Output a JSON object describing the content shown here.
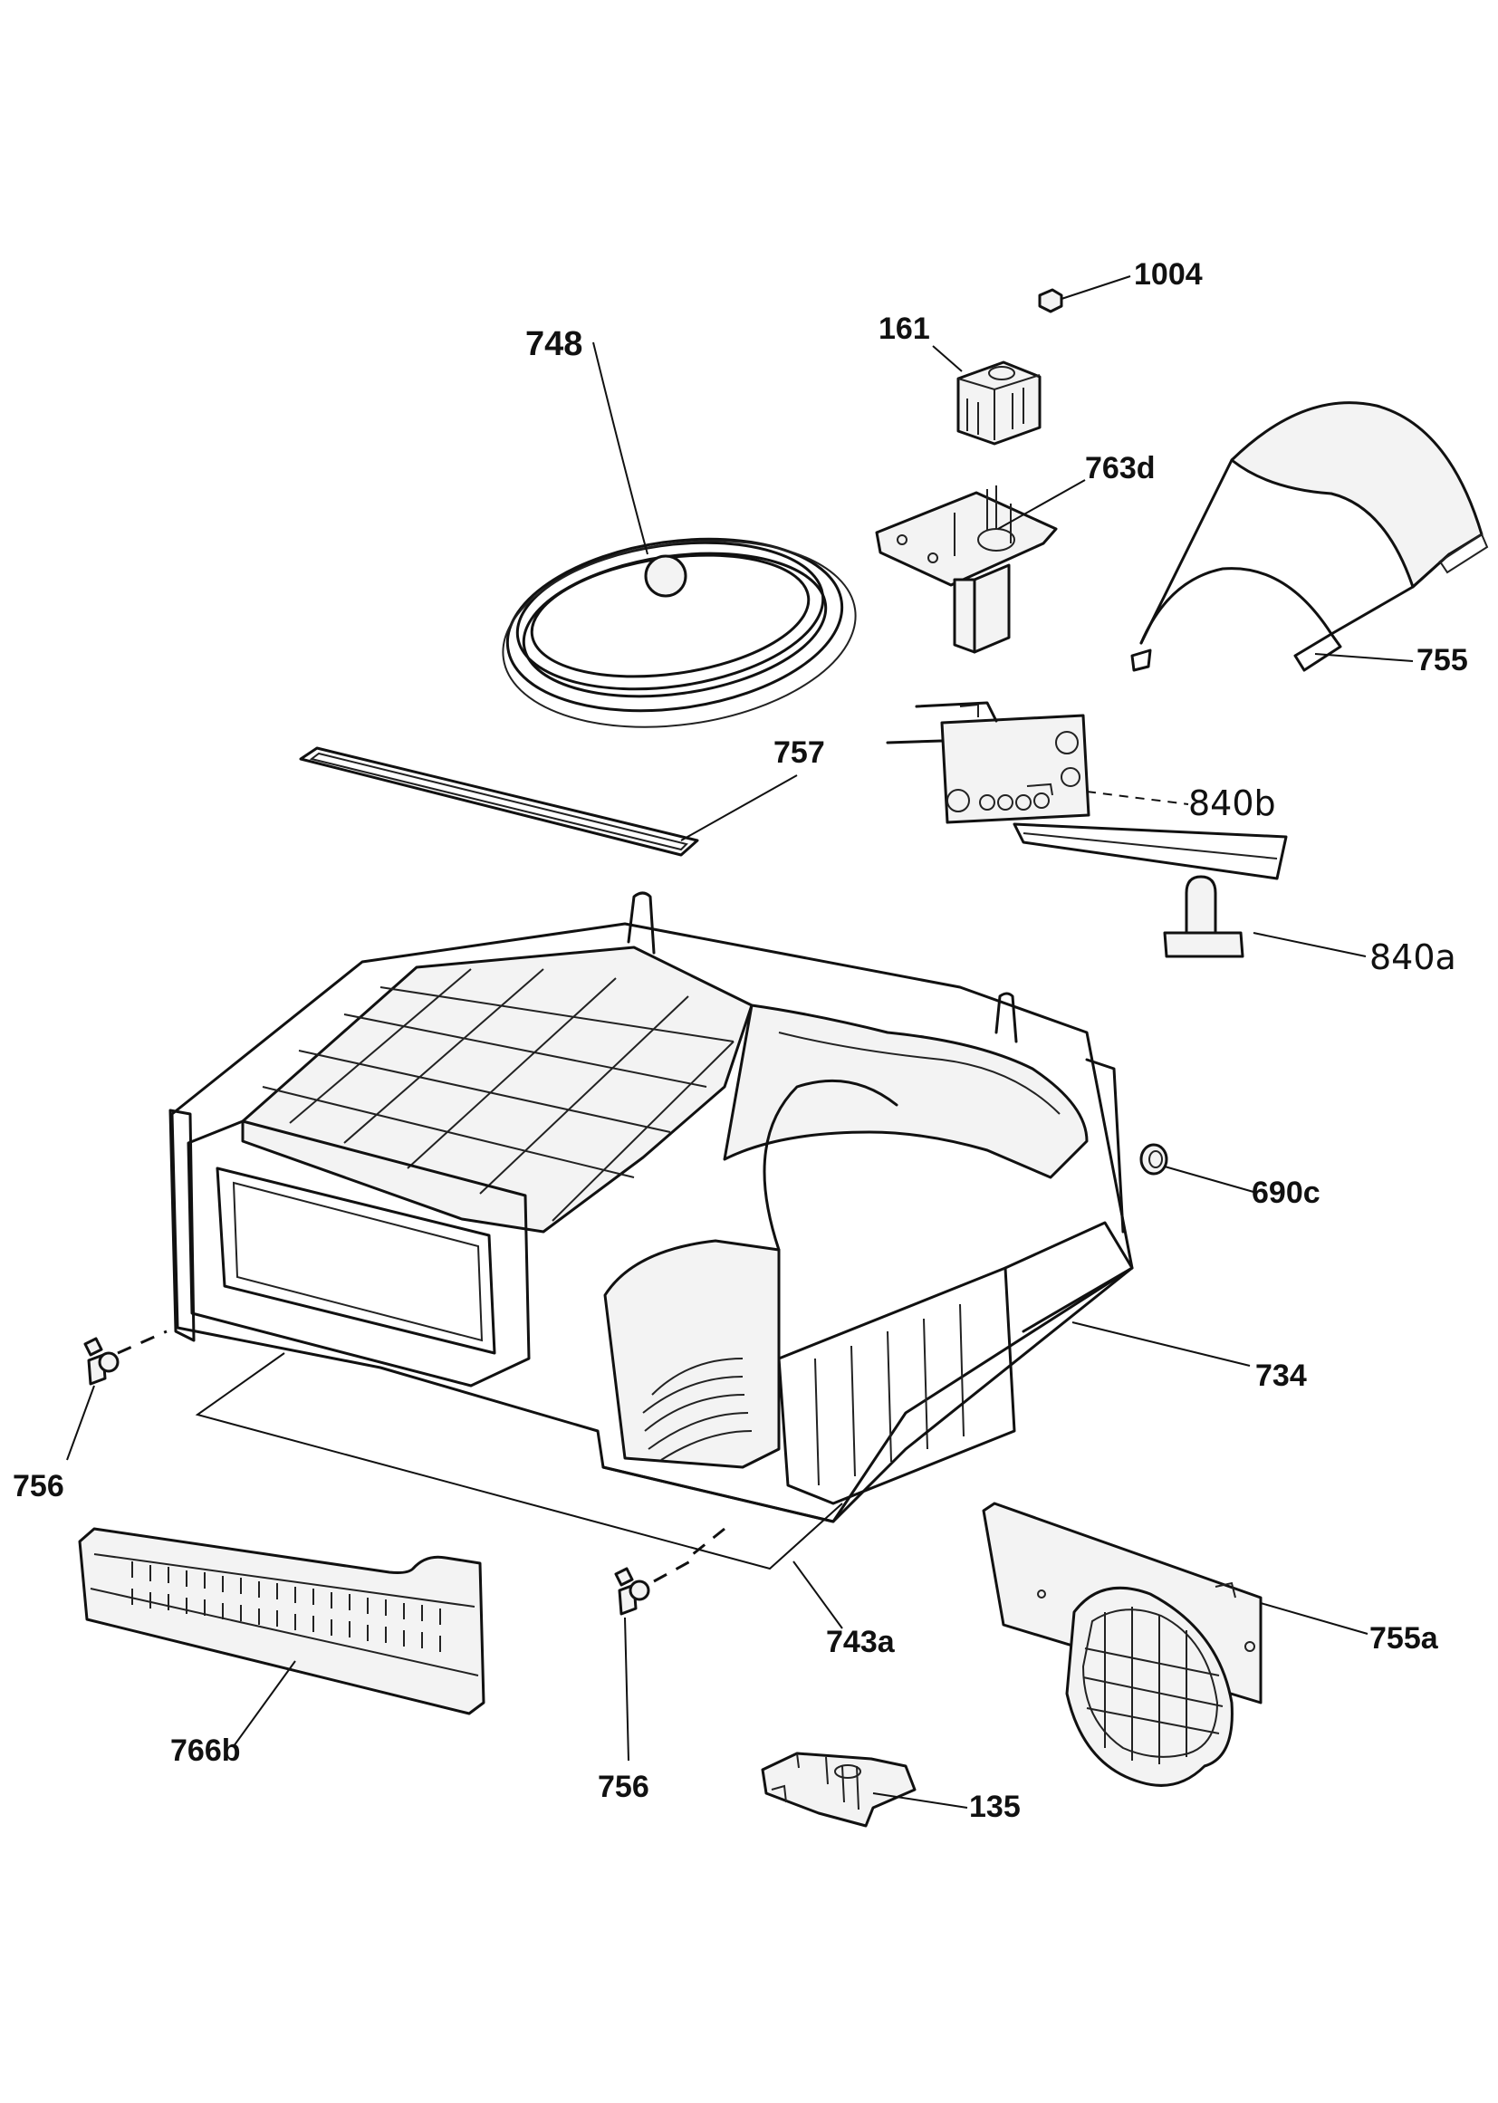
{
  "labels": {
    "p1004": "1004",
    "p161": "161",
    "p748": "748",
    "p763d": "763d",
    "p755": "755",
    "p757": "757",
    "p840b": "840b",
    "p840a": "840a",
    "p690c": "690c",
    "p734": "734",
    "p756_left": "756",
    "p756_bottom": "756",
    "p743a": "743a",
    "p766b": "766b",
    "p755a": "755a",
    "p135": "135"
  },
  "colors": {
    "ink": "#111111",
    "background": "#ffffff",
    "part_fill": "#f3f3f3"
  }
}
